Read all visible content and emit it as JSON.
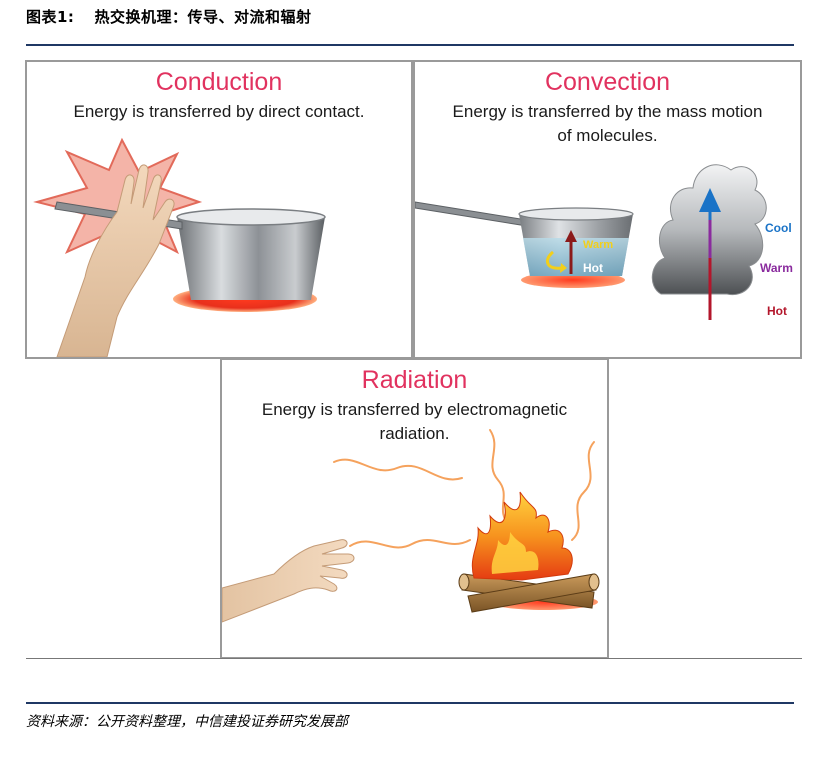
{
  "figure": {
    "number": "图表1:",
    "title": "热交换机理：传导、对流和辐射"
  },
  "panels": {
    "conduction": {
      "title": "Conduction",
      "description": "Energy is transferred by direct contact."
    },
    "convection": {
      "title": "Convection",
      "description_line1": "Energy is transferred by the mass motion",
      "description_line2": "of molecules.",
      "pot_labels": {
        "warm": "Warm",
        "hot": "Hot"
      },
      "scale_labels": {
        "cool": "Cool",
        "warm": "Warm",
        "hot": "Hot"
      }
    },
    "radiation": {
      "title": "Radiation",
      "description_line1": "Energy is transferred by electromagnetic",
      "description_line2": "radiation."
    }
  },
  "source": "资料来源：公开资料整理，中信建投证券研究发展部",
  "colors": {
    "title_accent": "#e1325f",
    "rule": "#1f3864",
    "cool": "#1a73c7",
    "warm_purple": "#8a2b9e",
    "hot": "#b3162b",
    "warm_yellow": "#f2cf1a"
  }
}
